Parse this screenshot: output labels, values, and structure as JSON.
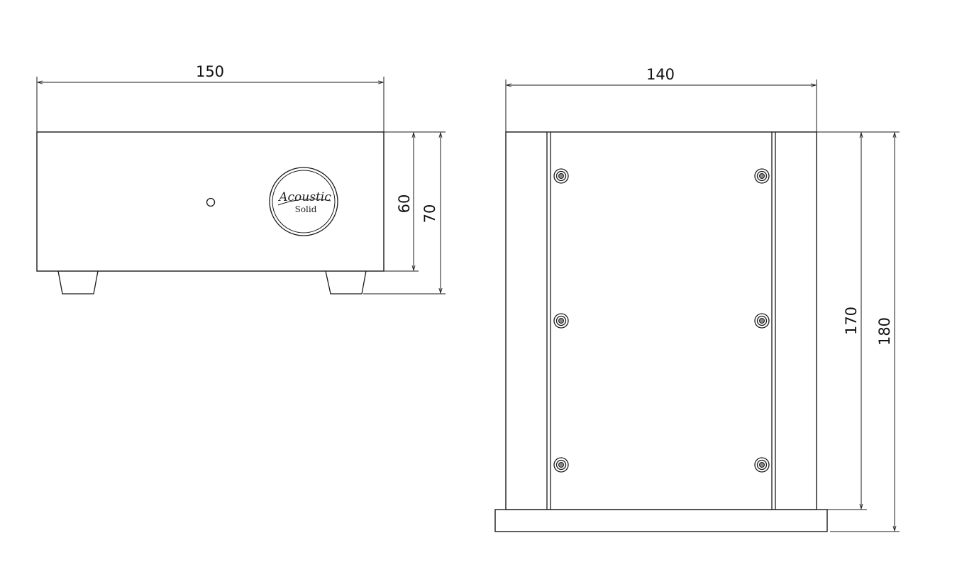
{
  "front_view": {
    "width_label": "150",
    "body_height_label": "60",
    "total_height_label": "70",
    "logo": {
      "line1": "Acoustic",
      "line2": "Solid"
    }
  },
  "top_view": {
    "width_label": "140",
    "inner_depth_label": "170",
    "total_depth_label": "180",
    "screw_count": 6
  },
  "colors": {
    "stroke": "#1a1a1a",
    "background": "#ffffff"
  }
}
